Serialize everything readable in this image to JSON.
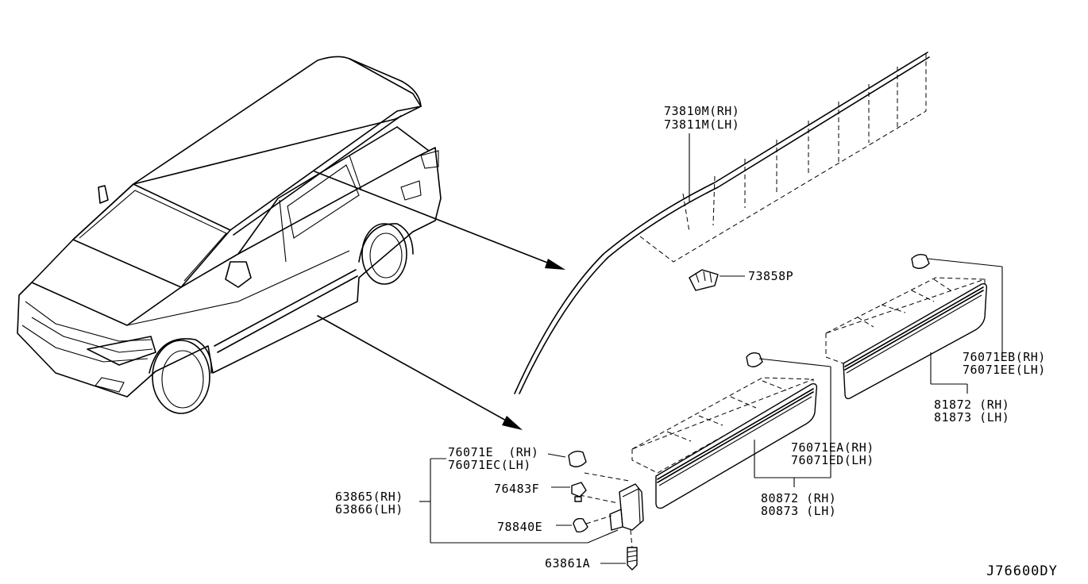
{
  "diagram": {
    "code": "J76600DY",
    "labels": {
      "p73810": "73810M(RH)",
      "p73811": "73811M(LH)",
      "p73858": "73858P",
      "p76071eb": "76071EB(RH)",
      "p76071ee": "76071EE(LH)",
      "p81872": "81872 (RH)",
      "p81873": "81873 (LH)",
      "p76071ea": "76071EA(RH)",
      "p76071ed": "76071ED(LH)",
      "p80872": "80872 (RH)",
      "p80873": "80873 (LH)",
      "p76071e": "76071E  (RH)",
      "p76071ec": "76071EC(LH)",
      "p63865": "63865(RH)",
      "p63866": "63866(LH)",
      "p76483": "76483F",
      "p78840": "78840E",
      "p63861": "63861A"
    }
  }
}
